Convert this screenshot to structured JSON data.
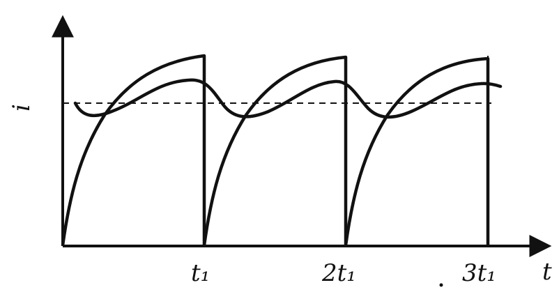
{
  "axes": {
    "x_label": "t",
    "y_label": "i"
  },
  "ticks": [
    "t₁",
    "2t₁",
    "3t₁"
  ],
  "colors": {
    "ink": "#111111",
    "background": "#ffffff"
  }
}
